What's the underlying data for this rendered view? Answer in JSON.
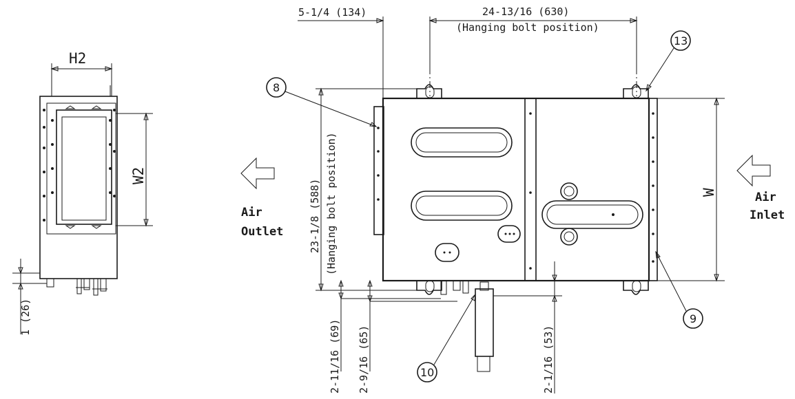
{
  "left_view": {
    "dim_h2": "H2",
    "dim_w2": "W2",
    "dim_bottom": "1 (26)"
  },
  "main_view": {
    "dim_top_left": "5-1/4 (134)",
    "dim_top_span": "24-13/16 (630)",
    "dim_top_span_note": "(Hanging bolt position)",
    "dim_vertical_value": "23-1/8 (588)",
    "dim_vertical_note": "(Hanging bolt position)",
    "dim_w": "W",
    "dim_bottom_1": "2-11/16 (69)",
    "dim_bottom_2": "2-9/16 (65)",
    "dim_bottom_3": "2-1/16 (53)",
    "callouts": [
      "8",
      "9",
      "10",
      "13"
    ]
  },
  "labels": {
    "air_outlet_1": "Air",
    "air_outlet_2": "Outlet",
    "air_inlet_1": "Air",
    "air_inlet_2": "Inlet"
  },
  "colors": {
    "ink": "#1a1a1a",
    "paper": "#ffffff"
  }
}
